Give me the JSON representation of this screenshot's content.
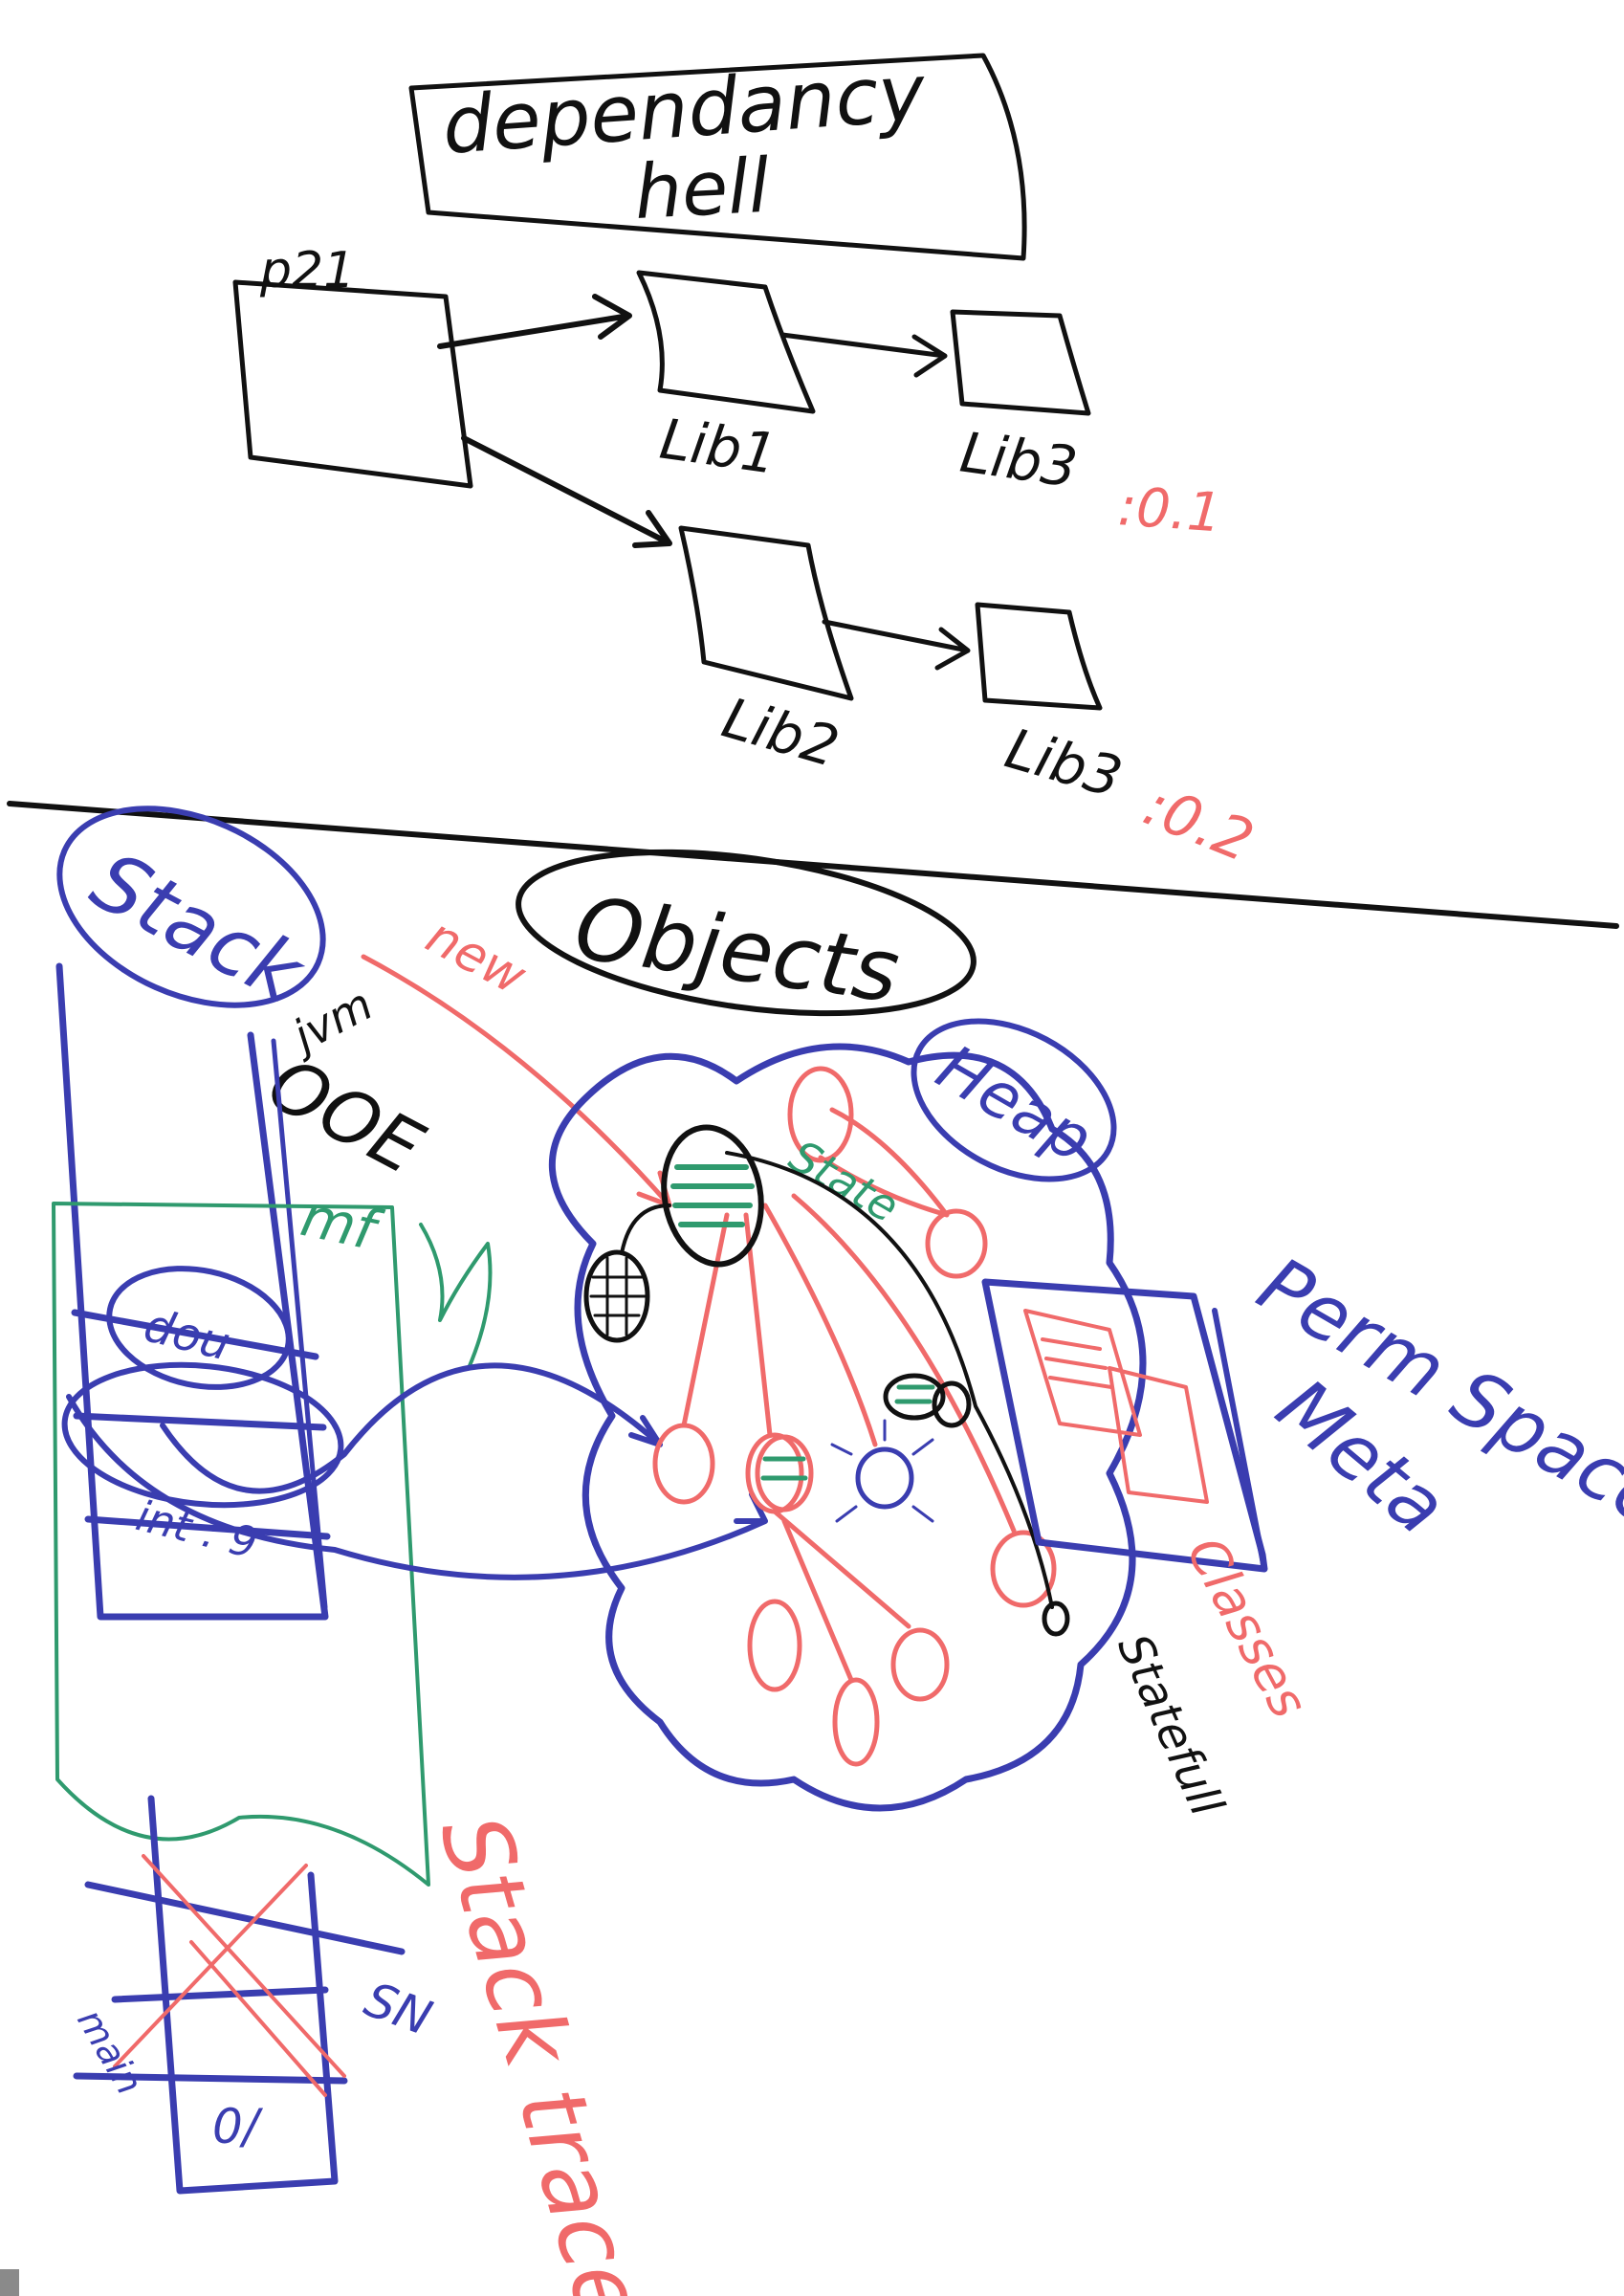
{
  "top_diagram": {
    "title_line1": "dependancy",
    "title_line2": "hell",
    "project_label": "p21",
    "lib1_label": "Lib1",
    "lib2_label": "Lib2",
    "lib3a_label": "Lib3",
    "lib3a_version": ":0.1",
    "lib3b_label": "Lib3",
    "lib3b_version": ":0.2"
  },
  "bottom_diagram": {
    "stack_title": "Stack",
    "objects_title": "Objects",
    "heap_title": "Heap",
    "new_label": "new",
    "ooe_label": "OOE",
    "jvm_label": "jvm",
    "mf_label": "mf",
    "state_label": "State",
    "perm_label": "Perm Space",
    "meta_label": "Meta",
    "classes_label": "Classes",
    "statefull_label": "Statefull",
    "stacktrace_label": "Stack trace",
    "frame_label_1": "dou",
    "frame_label_2": "int : 9",
    "sn_label": "SN",
    "main_label": "main",
    "zero_label": "0/"
  },
  "colors": {
    "black_marker": "#111111",
    "blue_marker": "#3a3db0",
    "red_marker": "#f06a6a",
    "green_marker": "#2f9a6e"
  }
}
